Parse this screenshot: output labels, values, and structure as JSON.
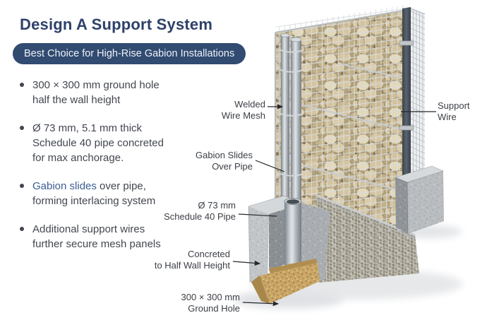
{
  "header": {
    "title": "Design A Support System",
    "badge": "Best Choice for High-Rise Gabion Installations"
  },
  "bullets": [
    {
      "text": "300 × 300 mm ground hole half the wall height"
    },
    {
      "text": "Ø 73 mm, 5.1 mm thick Schedule 40 pipe concreted for max anchorage."
    },
    {
      "highlight": "Gabion slides",
      "text": " over pipe, forming interlacing system"
    },
    {
      "text": "Additional support wires further secure mesh panels"
    }
  ],
  "diagram": {
    "labels": {
      "welded": {
        "line1": "Welded",
        "line2": "Wire Mesh"
      },
      "gabion": {
        "line1": "Gabion Slides",
        "line2": "Over Pipe"
      },
      "pipe": {
        "line1": "Ø 73 mm",
        "line2": "Schedule 40 Pipe"
      },
      "concreted": {
        "line1": "Concreted",
        "line2": "to Half Wall Height"
      },
      "hole": {
        "line1": "300 × 300 mm",
        "line2": "Ground Hole"
      },
      "support": {
        "line1": "Support",
        "line2": "Wire"
      }
    }
  },
  "colors": {
    "title": "#2e4169",
    "badge_bg": "#314b71",
    "badge_text": "#eef2f8",
    "body_text": "#42474f",
    "highlight_text": "#3d5e91",
    "label_text": "#3b3f45",
    "stone": "#d3c29c",
    "concrete": "#b9bdc0",
    "sand": "#c9a566",
    "pipe_steel": "#aab1b7"
  }
}
